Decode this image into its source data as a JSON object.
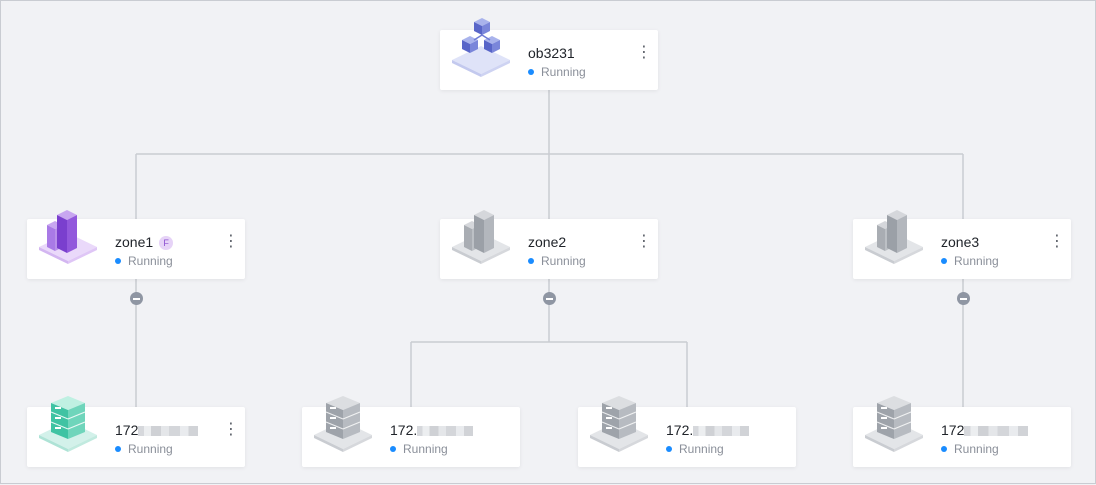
{
  "cluster": {
    "name": "ob3231",
    "status": "Running"
  },
  "zones": [
    {
      "name": "zone1",
      "status": "Running",
      "badge": "F"
    },
    {
      "name": "zone2",
      "status": "Running"
    },
    {
      "name": "zone3",
      "status": "Running"
    }
  ],
  "servers": [
    {
      "name_prefix": "172",
      "status": "Running",
      "zone": "zone1"
    },
    {
      "name_prefix": "172.",
      "status": "Running",
      "zone": "zone2"
    },
    {
      "name_prefix": "172.",
      "status": "Running",
      "zone": "zone2"
    },
    {
      "name_prefix": "172",
      "status": "Running",
      "zone": "zone3"
    }
  ],
  "menu_glyph": "⋮",
  "icons": {
    "cluster": "cluster-cubes-icon",
    "zone_primary": "zone-building-purple-icon",
    "zone": "zone-building-gray-icon",
    "server_active": "server-teal-icon",
    "server": "server-gray-icon",
    "collapse": "collapse-minus-icon"
  },
  "colors": {
    "running_dot": "#1a8cff",
    "connector": "#c9ccd2",
    "badge_bg": "#e6d3f7",
    "badge_text": "#8a4fd0"
  }
}
